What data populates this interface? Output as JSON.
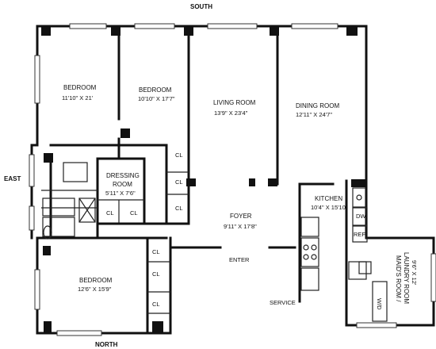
{
  "compass": {
    "south": "SOUTH",
    "north": "NORTH",
    "east": "EAST"
  },
  "rooms": {
    "bedroom1": {
      "name": "BEDROOM",
      "dims": "11'10\" X 21'"
    },
    "bedroom2": {
      "name": "BEDROOM",
      "dims": "10'10\" X 17'7\""
    },
    "living": {
      "name": "LIVING ROOM",
      "dims": "13'9\" X 23'4\""
    },
    "dining": {
      "name": "DINING ROOM",
      "dims": "12'11\" X 24'7\""
    },
    "dressing": {
      "name1": "DRESSING",
      "name2": "ROOM",
      "dims": "5'11\" X 7'6\""
    },
    "kitchen": {
      "name": "KITCHEN",
      "dims": "10'4\" X 15'10\""
    },
    "foyer": {
      "name": "FOYER",
      "dims": "9'11\" X 17'8\""
    },
    "bedroom3": {
      "name": "BEDROOM",
      "dims": "12'6\" X 15'9\""
    },
    "maids": {
      "name1": "MAID'S ROOM /",
      "name2": "LAUNDRY ROOM",
      "dims": "9'6\" X 12'"
    }
  },
  "labels": {
    "closet": "CL",
    "dishwasher": "DW",
    "refrigerator": "REF",
    "washer_dryer": "W/D",
    "enter": "ENTER",
    "service": "SERVICE"
  }
}
